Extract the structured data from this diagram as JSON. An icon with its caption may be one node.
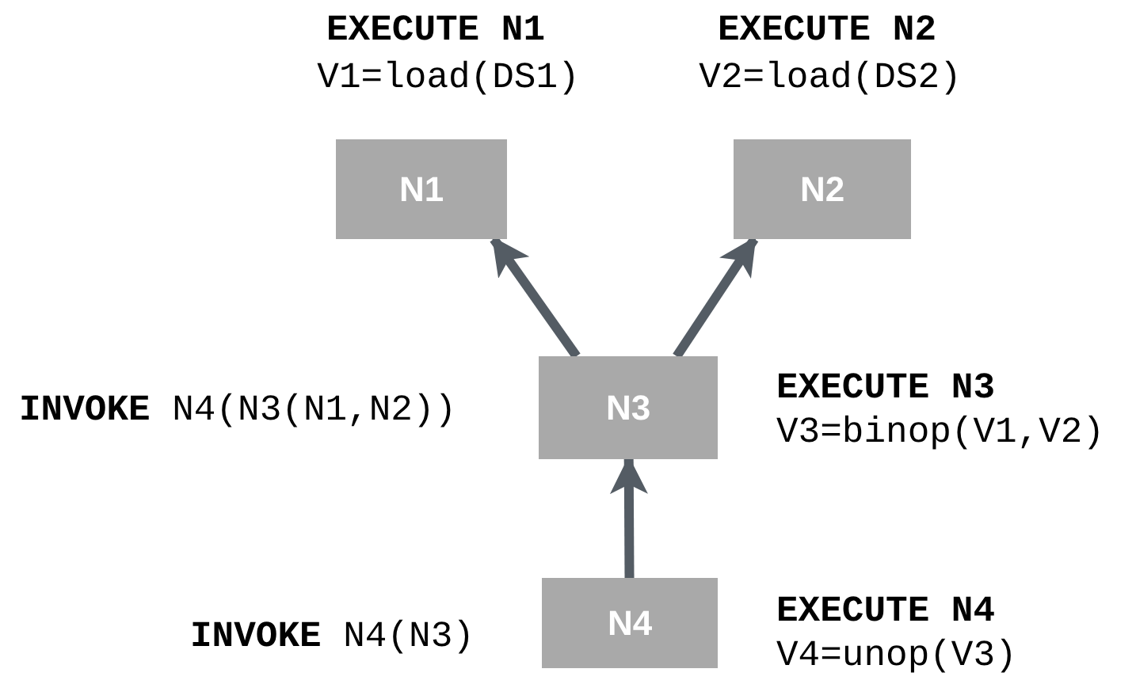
{
  "diagram": {
    "nodes": [
      {
        "text": [
          "N1"
        ],
        "beside": [
          "EXECUTE N1",
          "V1=load(DS1)"
        ]
      },
      {
        "text": [
          "N2"
        ],
        "beside": [
          "EXECUTE N2",
          "V2=load(DS2)"
        ]
      },
      {
        "text": [
          "N3"
        ],
        "beside": [
          "**INVOKE** N4(N3(N1,N2))",
          "EXECUTE N3",
          "V3=binop(V1,V2)"
        ]
      },
      {
        "text": [
          "N4"
        ],
        "beside": [
          "**INVOKE** N4(N3)",
          "EXECUTE N4",
          "V4=unop(V3)"
        ]
      }
    ],
    "edges": [
      {
        "from": 2,
        "to": 0,
        "arrow": "to"
      },
      {
        "from": 2,
        "to": 1,
        "arrow": "to"
      },
      {
        "from": 3,
        "to": 2,
        "arrow": "to"
      }
    ]
  }
}
